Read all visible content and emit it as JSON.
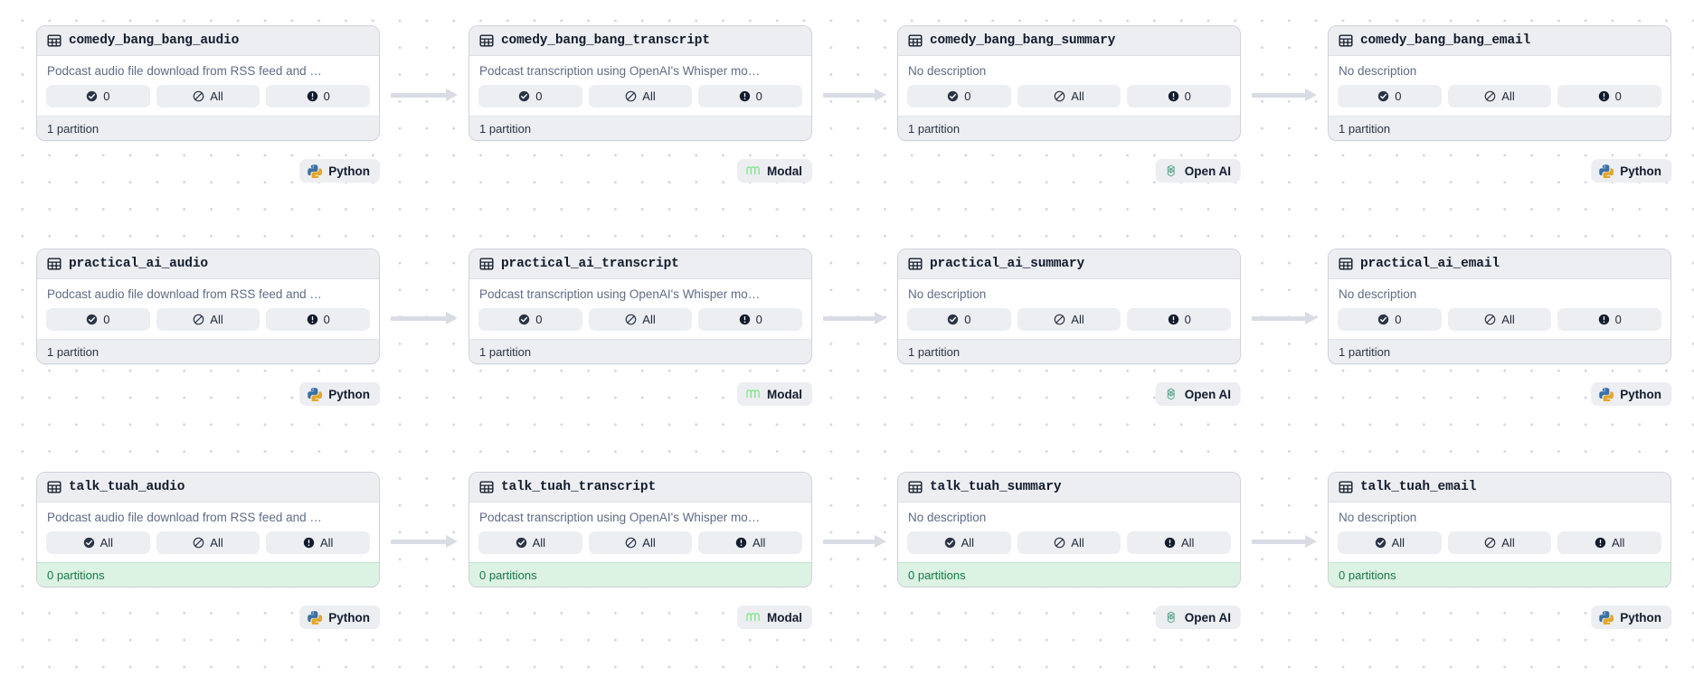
{
  "graph": {
    "view": "asset-lineage-graph",
    "background": "#ffffff",
    "dot_color": "#d3d7e0",
    "edge_color": "#d9dce4"
  },
  "labels": {
    "descriptions": {
      "audio": "Podcast audio file download from RSS feed and …",
      "transcript": "Podcast transcription using OpenAI's Whisper mo…",
      "none": "No description"
    },
    "partitions": {
      "one": "1 partition",
      "zero": "0 partitions"
    },
    "badge_values": {
      "zero": "0",
      "all": "All"
    },
    "kinds": {
      "python": "Python",
      "modal": "Modal",
      "openai": "Open AI"
    }
  },
  "colors": {
    "header_bg": "#eceef2",
    "card_border": "#ced2db",
    "title_text": "#131c2d",
    "desc_text": "#5f6b85",
    "badge_bg": "#eceef2",
    "footer_neutral_bg": "#eceef2",
    "footer_success_bg": "#dcf2e3",
    "footer_success_text": "#17794a",
    "python_blue": "#3a6fa5",
    "python_yellow": "#e3a72c",
    "modal_green": "#7ee787",
    "openai_green": "#59a58a"
  },
  "rows": [
    {
      "id": "comedy_bang_bang",
      "state": "materialized",
      "nodes": [
        {
          "name": "comedy_bang_bang_audio",
          "description": "Podcast audio file download from RSS feed and …",
          "badges": [
            {
              "icon": "check-circle-icon",
              "value": "0"
            },
            {
              "icon": "slash-circle-icon",
              "value": "All"
            },
            {
              "icon": "exclamation-circle-icon",
              "value": "0"
            }
          ],
          "partition_label": "1 partition",
          "footer_state": "neutral",
          "kind": "Python",
          "kind_icon": "python-icon"
        },
        {
          "name": "comedy_bang_bang_transcript",
          "description": "Podcast transcription using OpenAI's Whisper mo…",
          "badges": [
            {
              "icon": "check-circle-icon",
              "value": "0"
            },
            {
              "icon": "slash-circle-icon",
              "value": "All"
            },
            {
              "icon": "exclamation-circle-icon",
              "value": "0"
            }
          ],
          "partition_label": "1 partition",
          "footer_state": "neutral",
          "kind": "Modal",
          "kind_icon": "modal-icon"
        },
        {
          "name": "comedy_bang_bang_summary",
          "description": "No description",
          "badges": [
            {
              "icon": "check-circle-icon",
              "value": "0"
            },
            {
              "icon": "slash-circle-icon",
              "value": "All"
            },
            {
              "icon": "exclamation-circle-icon",
              "value": "0"
            }
          ],
          "partition_label": "1 partition",
          "footer_state": "neutral",
          "kind": "Open AI",
          "kind_icon": "openai-icon"
        },
        {
          "name": "comedy_bang_bang_email",
          "description": "No description",
          "badges": [
            {
              "icon": "check-circle-icon",
              "value": "0"
            },
            {
              "icon": "slash-circle-icon",
              "value": "All"
            },
            {
              "icon": "exclamation-circle-icon",
              "value": "0"
            }
          ],
          "partition_label": "1 partition",
          "footer_state": "neutral",
          "kind": "Python",
          "kind_icon": "python-icon"
        }
      ]
    },
    {
      "id": "practical_ai",
      "state": "materialized",
      "nodes": [
        {
          "name": "practical_ai_audio",
          "description": "Podcast audio file download from RSS feed and …",
          "badges": [
            {
              "icon": "check-circle-icon",
              "value": "0"
            },
            {
              "icon": "slash-circle-icon",
              "value": "All"
            },
            {
              "icon": "exclamation-circle-icon",
              "value": "0"
            }
          ],
          "partition_label": "1 partition",
          "footer_state": "neutral",
          "kind": "Python",
          "kind_icon": "python-icon"
        },
        {
          "name": "practical_ai_transcript",
          "description": "Podcast transcription using OpenAI's Whisper mo…",
          "badges": [
            {
              "icon": "check-circle-icon",
              "value": "0"
            },
            {
              "icon": "slash-circle-icon",
              "value": "All"
            },
            {
              "icon": "exclamation-circle-icon",
              "value": "0"
            }
          ],
          "partition_label": "1 partition",
          "footer_state": "neutral",
          "kind": "Modal",
          "kind_icon": "modal-icon"
        },
        {
          "name": "practical_ai_summary",
          "description": "No description",
          "badges": [
            {
              "icon": "check-circle-icon",
              "value": "0"
            },
            {
              "icon": "slash-circle-icon",
              "value": "All"
            },
            {
              "icon": "exclamation-circle-icon",
              "value": "0"
            }
          ],
          "partition_label": "1 partition",
          "footer_state": "neutral",
          "kind": "Open AI",
          "kind_icon": "openai-icon"
        },
        {
          "name": "practical_ai_email",
          "description": "No description",
          "badges": [
            {
              "icon": "check-circle-icon",
              "value": "0"
            },
            {
              "icon": "slash-circle-icon",
              "value": "All"
            },
            {
              "icon": "exclamation-circle-icon",
              "value": "0"
            }
          ],
          "partition_label": "1 partition",
          "footer_state": "neutral",
          "kind": "Python",
          "kind_icon": "python-icon"
        }
      ]
    },
    {
      "id": "talk_tuah",
      "state": "unmaterialized",
      "nodes": [
        {
          "name": "talk_tuah_audio",
          "description": "Podcast audio file download from RSS feed and …",
          "badges": [
            {
              "icon": "check-circle-icon",
              "value": "All"
            },
            {
              "icon": "slash-circle-icon",
              "value": "All"
            },
            {
              "icon": "exclamation-circle-icon",
              "value": "All"
            }
          ],
          "partition_label": "0 partitions",
          "footer_state": "success",
          "kind": "Python",
          "kind_icon": "python-icon"
        },
        {
          "name": "talk_tuah_transcript",
          "description": "Podcast transcription using OpenAI's Whisper mo…",
          "badges": [
            {
              "icon": "check-circle-icon",
              "value": "All"
            },
            {
              "icon": "slash-circle-icon",
              "value": "All"
            },
            {
              "icon": "exclamation-circle-icon",
              "value": "All"
            }
          ],
          "partition_label": "0 partitions",
          "footer_state": "success",
          "kind": "Modal",
          "kind_icon": "modal-icon"
        },
        {
          "name": "talk_tuah_summary",
          "description": "No description",
          "badges": [
            {
              "icon": "check-circle-icon",
              "value": "All"
            },
            {
              "icon": "slash-circle-icon",
              "value": "All"
            },
            {
              "icon": "exclamation-circle-icon",
              "value": "All"
            }
          ],
          "partition_label": "0 partitions",
          "footer_state": "success",
          "kind": "Open AI",
          "kind_icon": "openai-icon"
        },
        {
          "name": "talk_tuah_email",
          "description": "No description",
          "badges": [
            {
              "icon": "check-circle-icon",
              "value": "All"
            },
            {
              "icon": "slash-circle-icon",
              "value": "All"
            },
            {
              "icon": "exclamation-circle-icon",
              "value": "All"
            }
          ],
          "partition_label": "0 partitions",
          "footer_state": "success",
          "kind": "Python",
          "kind_icon": "python-icon"
        }
      ]
    }
  ]
}
